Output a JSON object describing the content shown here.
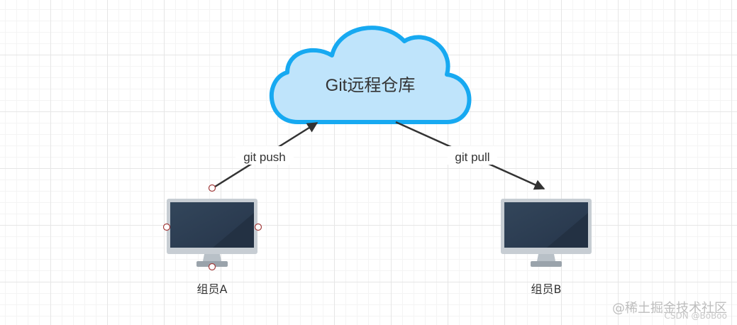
{
  "diagram": {
    "cloud_label": "Git远程仓库",
    "push_label": "git push",
    "pull_label": "git pull",
    "member_a_label": "组员A",
    "member_b_label": "组员B"
  },
  "watermark": {
    "line1": "@稀土掘金技术社区",
    "line2": "CSDN @BoBoo"
  },
  "colors": {
    "cloud_fill": "#bfe4fb",
    "cloud_stroke": "#17a9f1",
    "arrow": "#333333",
    "monitor_screen": "#2e3f52",
    "monitor_frame": "#c7cdd3",
    "handle": "#a13b3b"
  }
}
